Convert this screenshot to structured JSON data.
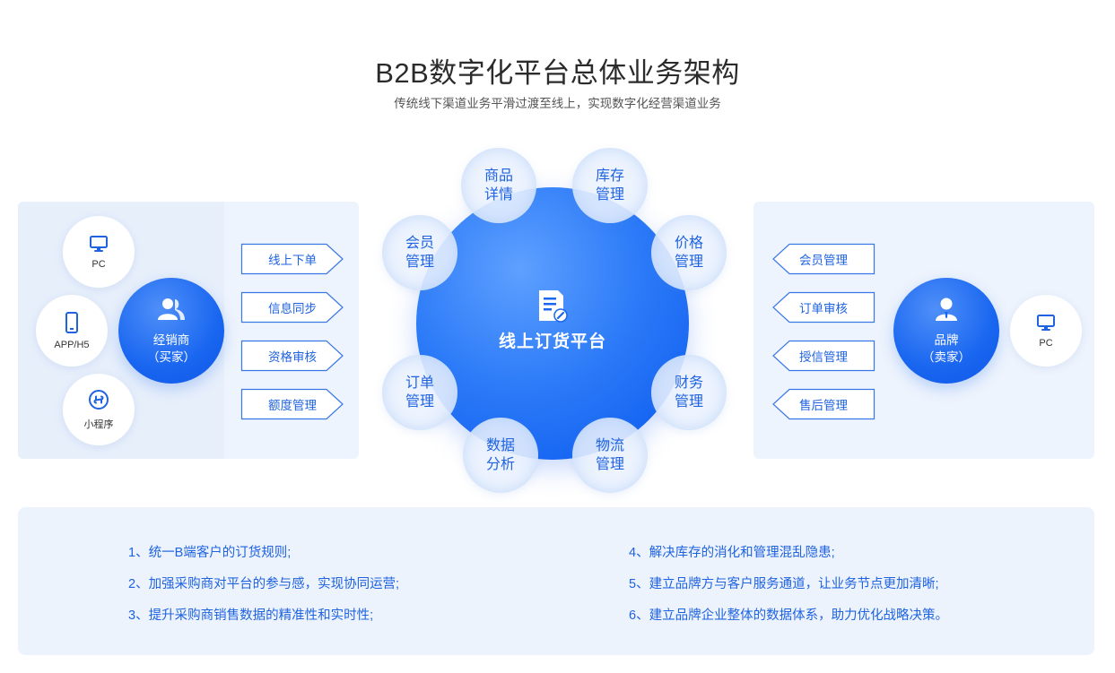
{
  "header": {
    "title": "B2B数字化平台总体业务架构",
    "subtitle": "传统线下渠道业务平滑过渡至线上，实现数字化经营渠道业务"
  },
  "left": {
    "channels": [
      {
        "label": "PC",
        "icon": "monitor-icon"
      },
      {
        "label": "APP/H5",
        "icon": "phone-icon"
      },
      {
        "label": "小程序",
        "icon": "mini-program-icon"
      }
    ],
    "role_line1": "经销商",
    "role_line2": "（买家）",
    "functions": [
      "线上下单",
      "信息同步",
      "资格审核",
      "额度管理"
    ]
  },
  "hub": {
    "label": "线上订货平台",
    "icon": "order-document-icon",
    "modules": [
      "商品\n详情",
      "库存\n管理",
      "会员\n管理",
      "价格\n管理",
      "订单\n管理",
      "财务\n管理",
      "数据\n分析",
      "物流\n管理"
    ]
  },
  "right": {
    "functions": [
      "会员管理",
      "订单审核",
      "授信管理",
      "售后管理"
    ],
    "role_line1": "品牌",
    "role_line2": "（卖家）",
    "channel": {
      "label": "PC",
      "icon": "monitor-icon"
    }
  },
  "benefits": [
    "1、统一B端客户的订货规则;",
    "2、加强采购商对平台的参与感，实现协同运营;",
    "3、提升采购商销售数据的精准性和实时性;",
    "4、解决库存的消化和管理混乱隐患;",
    "5、建立品牌方与客户服务通道，让业务节点更加清晰;",
    "6、建立品牌企业整体的数据体系，助力优化战略决策。"
  ],
  "colors": {
    "accent": "#1f63e0",
    "panel": "#eef4fd",
    "hub": "#1966f0"
  }
}
